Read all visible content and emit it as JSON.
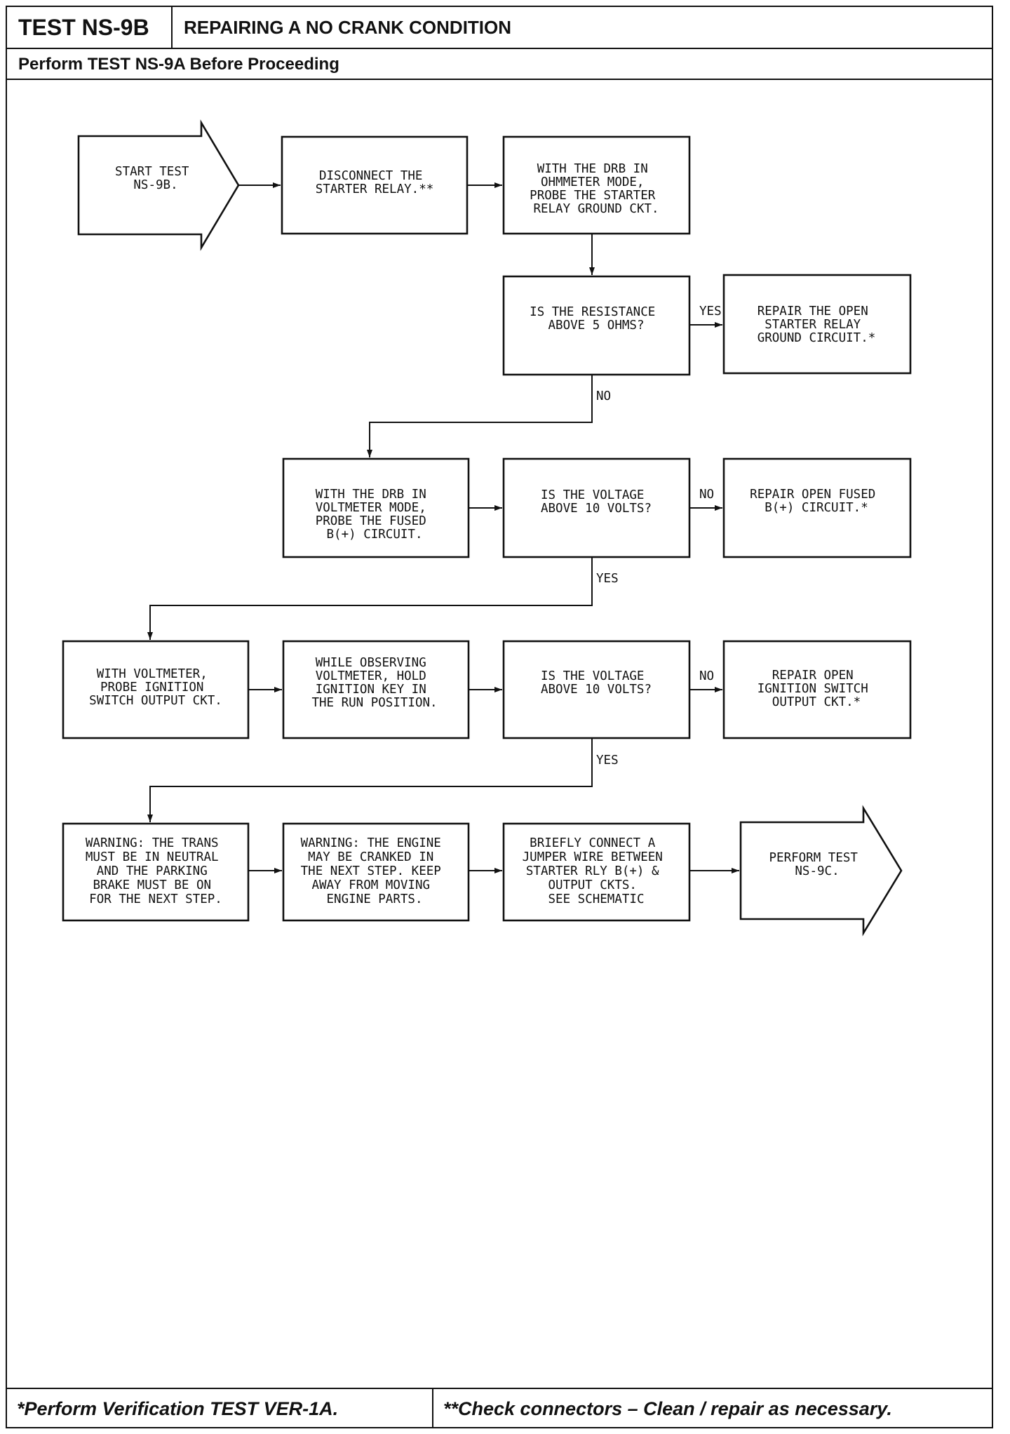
{
  "header": {
    "test_id": "TEST NS-9B",
    "title": "REPAIRING A NO CRANK CONDITION",
    "prerequisite": "Perform TEST NS-9A Before Proceeding"
  },
  "footer": {
    "note_left": "*Perform Verification TEST VER-1A.",
    "note_right": "**Check connectors – Clean / repair as necessary."
  },
  "flowchart": {
    "start": [
      "START TEST",
      "NS-9B."
    ],
    "disconnect": [
      "DISCONNECT THE",
      "STARTER RELAY.**"
    ],
    "probe_ground": [
      "WITH THE DRB IN",
      "OHMMETER MODE,",
      "PROBE THE STARTER",
      "RELAY GROUND CKT."
    ],
    "q_resistance": [
      "IS THE RESISTANCE",
      "ABOVE 5 OHMS?"
    ],
    "repair_ground": [
      "REPAIR THE OPEN",
      "STARTER RELAY",
      "GROUND CIRCUIT.*"
    ],
    "probe_fused": [
      "WITH THE DRB IN",
      "VOLTMETER MODE,",
      "PROBE THE FUSED",
      "B(+) CIRCUIT."
    ],
    "q_voltage_1": [
      "IS THE VOLTAGE",
      "ABOVE 10 VOLTS?"
    ],
    "repair_fused": [
      "REPAIR OPEN FUSED",
      "B(+) CIRCUIT.*"
    ],
    "probe_ignition": [
      "WITH VOLTMETER,",
      "PROBE IGNITION",
      "SWITCH OUTPUT CKT."
    ],
    "hold_key": [
      "WHILE OBSERVING",
      "VOLTMETER, HOLD",
      "IGNITION KEY IN",
      "THE RUN POSITION."
    ],
    "q_voltage_2": [
      "IS THE VOLTAGE",
      "ABOVE 10 VOLTS?"
    ],
    "repair_ignition": [
      "REPAIR OPEN",
      "IGNITION SWITCH",
      "OUTPUT CKT.*"
    ],
    "warning_trans": [
      "WARNING: THE TRANS",
      "MUST BE IN NEUTRAL",
      "AND THE PARKING",
      "BRAKE MUST BE ON",
      "FOR THE NEXT STEP."
    ],
    "warning_engine": [
      "WARNING: THE ENGINE",
      "MAY BE CRANKED IN",
      "THE NEXT STEP. KEEP",
      "AWAY FROM MOVING",
      "ENGINE PARTS."
    ],
    "jumper": [
      "BRIEFLY CONNECT A",
      "JUMPER WIRE BETWEEN",
      "STARTER RLY B(+) &",
      "OUTPUT CKTS.",
      "SEE SCHEMATIC"
    ],
    "perform_next": [
      "PERFORM TEST",
      "NS-9C."
    ],
    "labels": {
      "yes_resistance": "YES",
      "no_resistance": "NO",
      "no_voltage_1": "NO",
      "yes_voltage_1": "YES",
      "no_voltage_2": "NO",
      "yes_voltage_2": "YES"
    }
  }
}
